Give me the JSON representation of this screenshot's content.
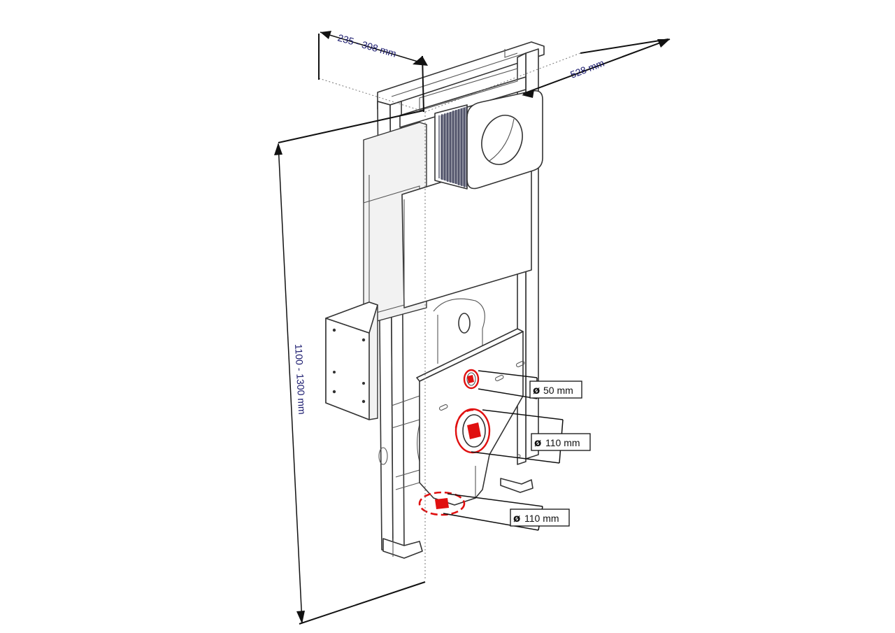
{
  "dimensions": {
    "height": "1100 - 1300 mm",
    "depth": "235 -  308 mm",
    "width": "528 mm"
  },
  "labels": {
    "diameter_symbol": "ø",
    "pipe_small": "50 mm",
    "pipe_medium": "110 mm",
    "pipe_bottom": "110 mm"
  },
  "colors": {
    "outline": "#333333",
    "dimension_text": "#1a1a6e",
    "highlight": "#e01010",
    "button_plate": "#2b2f4a"
  }
}
